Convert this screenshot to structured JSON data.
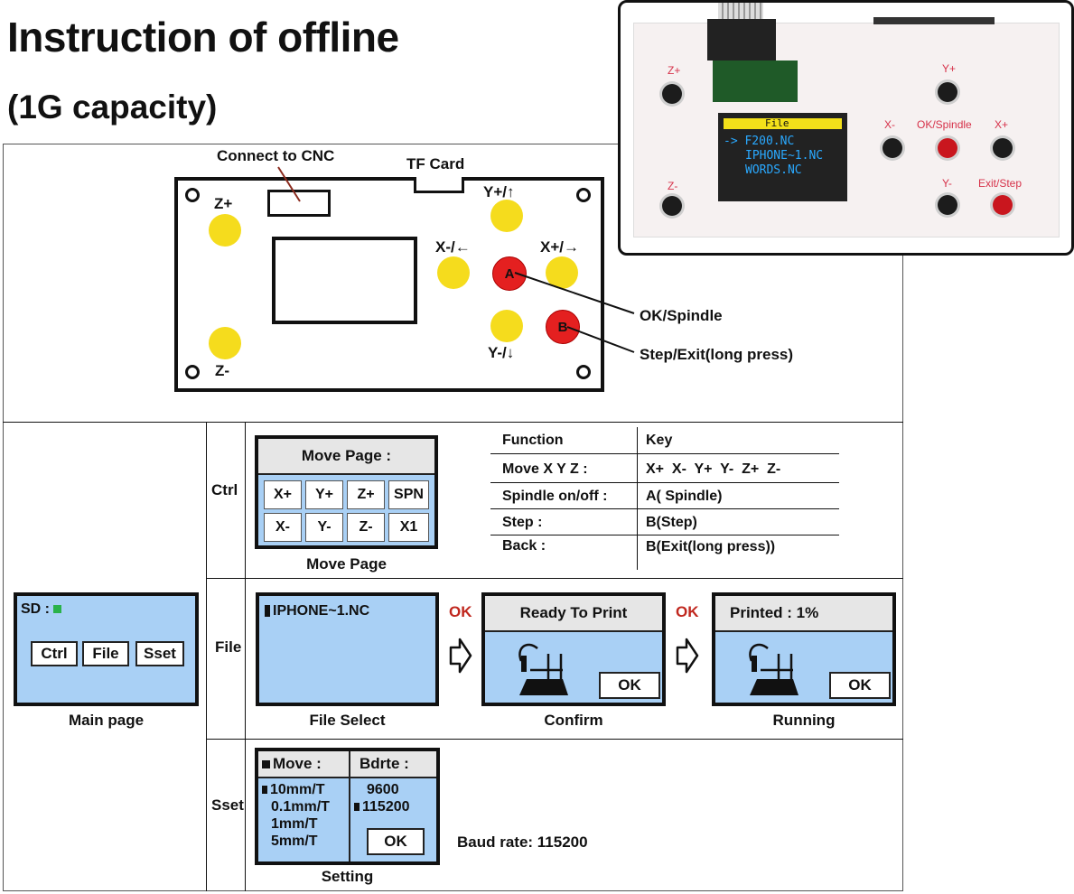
{
  "header": {
    "title": "Instruction of offline",
    "subtitle": "(1G capacity)"
  },
  "board": {
    "connect_label": "Connect to CNC",
    "tf_label": "TF Card",
    "z_plus": "Z+",
    "z_minus": "Z-",
    "y_plus": "Y+/↑",
    "y_minus": "Y-/↓",
    "x_minus": "X-/←",
    "x_plus": "X+/→",
    "btn_a": "A",
    "btn_b": "B",
    "ok_spindle": "OK/Spindle",
    "step_exit": "Step/Exit(long press)"
  },
  "photo": {
    "screen_header": "File",
    "screen_lines": [
      "-> F200.NC",
      "IPHONE~1.NC",
      "WORDS.NC"
    ],
    "labels": {
      "z_plus": "Z+",
      "z_minus": "Z-",
      "y_plus": "Y+",
      "y_minus": "Y-",
      "x_minus": "X-",
      "x_plus": "X+",
      "ok_spindle": "OK/Spindle",
      "exit_step": "Exit/Step"
    }
  },
  "sections": {
    "ctrl": "Ctrl",
    "file": "File",
    "sset": "Sset"
  },
  "main_page": {
    "sd": "SD :",
    "buttons": [
      "Ctrl",
      "File",
      "Sset"
    ],
    "caption": "Main page"
  },
  "move_page": {
    "header": "Move Page :",
    "keys_row1": [
      "X+",
      "Y+",
      "Z+",
      "SPN"
    ],
    "keys_row2": [
      "X-",
      "Y-",
      "Z-",
      "X1"
    ],
    "caption": "Move Page"
  },
  "function_table": {
    "head": [
      "Function",
      "Key"
    ],
    "rows": [
      [
        "Move X Y Z :",
        "X+  X-  Y+  Y-  Z+  Z-"
      ],
      [
        "Spindle on/off :",
        "A( Spindle)"
      ],
      [
        "Step :",
        "B(Step)"
      ],
      [
        "Back :",
        "B(Exit(long press))"
      ]
    ]
  },
  "file_flow": {
    "file_item": "IPHONE~1.NC",
    "file_caption": "File Select",
    "ok1": "OK",
    "ready_header": "Ready To Print",
    "ready_ok": "OK",
    "confirm_caption": "Confirm",
    "ok2": "OK",
    "printed_header": "Printed : 1%",
    "printed_ok": "OK",
    "running_caption": "Running"
  },
  "setting": {
    "move_head": "Move :",
    "baud_head": "Bdrte :",
    "moves": [
      "10mm/T",
      "0.1mm/T",
      "1mm/T",
      "5mm/T"
    ],
    "bauds": [
      "9600",
      "115200"
    ],
    "ok": "OK",
    "caption": "Setting",
    "baud_note": "Baud rate: 115200"
  },
  "colors": {
    "screen": "#a9d0f5",
    "button_yellow": "#f5dc1d",
    "button_red": "#e42020",
    "ok_red": "#c0271e",
    "sd_green": "#2ab24a"
  }
}
